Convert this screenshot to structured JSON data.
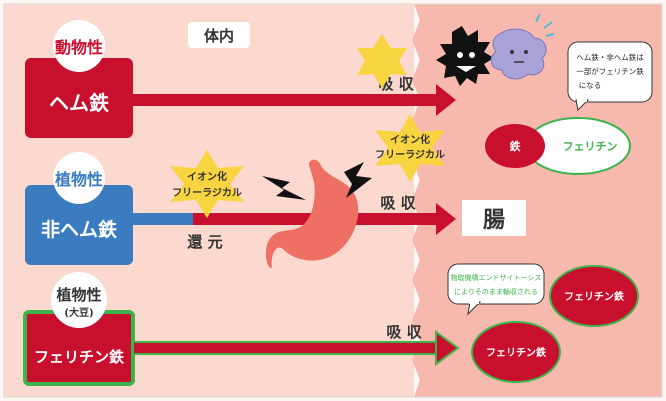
{
  "body_label": "体内",
  "rows": [
    {
      "source": "動物性",
      "iron": "ヘム鉄"
    },
    {
      "source": "植物性",
      "iron": "非ヘム鉄"
    },
    {
      "source": "植物性",
      "sub": "(大豆)",
      "iron": "フェリチン鉄"
    }
  ],
  "absorb_label": "吸 収",
  "reduce_label": "還 元",
  "ion_line1": "イオン化",
  "ion_line2": "フリーラジカル",
  "intestine_label": "腸",
  "iron_label": "鉄",
  "ferritin_label": "フェリチン",
  "ferritin_iron_label": "フェリチン鉄",
  "bubble_top": [
    "ヘム鉄・非ヘム鉄は",
    "一部がフェリチン鉄",
    "になる"
  ],
  "bubble_bottom": [
    "物取機構エンドサイトーシス",
    "によりそのまま輸収される"
  ],
  "colors": {
    "red": "#c8102e",
    "blue": "#3b7bbf",
    "green": "#3cb44b",
    "yellow": "#f7d440",
    "pink": "#f4a9a0",
    "stomach": "#ee6f63"
  }
}
